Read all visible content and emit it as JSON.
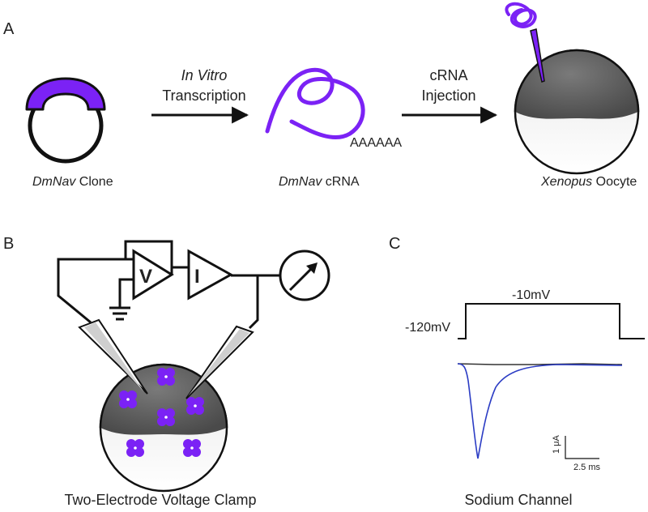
{
  "panels": {
    "a": {
      "letter": "A",
      "clone_label_italic": "DmNav",
      "clone_label_rest": " Clone",
      "step1_line1": "In Vitro",
      "step1_line2": "Transcription",
      "crna_label_italic": "DmNav",
      "crna_label_rest": " cRNA",
      "polya": "AAAAAA",
      "step2_line1": "cRNA",
      "step2_line2": "Injection",
      "oocyte_label_italic": "Xenopus",
      "oocyte_label_rest": " Oocyte"
    },
    "b": {
      "letter": "B",
      "amp_v": "V",
      "amp_i": "I",
      "caption": "Two-Electrode Voltage Clamp"
    },
    "c": {
      "letter": "C",
      "voltage_step": "-10mV",
      "holding": "-120mV",
      "scale_current": "1 μA",
      "scale_time": "2.5 ms",
      "caption": "Sodium Channel"
    }
  },
  "colors": {
    "purple": "#7b22f5",
    "trace_blue": "#2b3cc4",
    "oocyte_dark": "#6b6b6b",
    "ink": "#111111"
  }
}
